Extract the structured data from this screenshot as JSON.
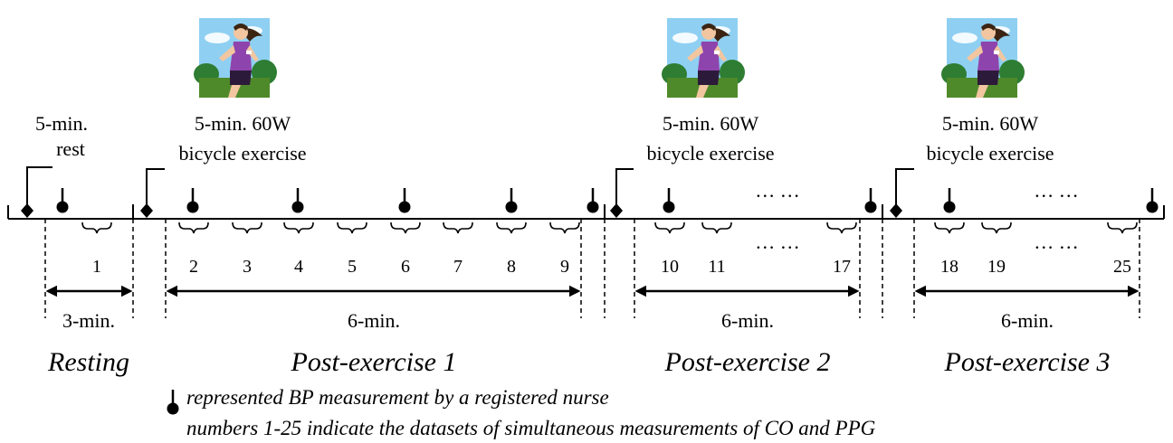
{
  "captions": {
    "rest_1": "5-min.",
    "rest_2": "rest",
    "exercise_1a": "5-min. 60W",
    "exercise_1b": "bicycle exercise",
    "exercise_2a": "5-min. 60W",
    "exercise_2b": "bicycle exercise",
    "exercise_3a": "5-min. 60W",
    "exercise_3b": "bicycle exercise"
  },
  "ellipses": {
    "top_2": "… …",
    "top_3": "… …",
    "bottom_2": "… …",
    "bottom_3": "… …"
  },
  "dataset_numbers": [
    "1",
    "2",
    "3",
    "4",
    "5",
    "6",
    "7",
    "8",
    "9",
    "10",
    "11",
    "17",
    "18",
    "19",
    "25"
  ],
  "durations": {
    "resting": "3-min.",
    "post_1": "6-min.",
    "post_2": "6-min.",
    "post_3": "6-min."
  },
  "periods": {
    "resting": "Resting",
    "post_1": "Post-exercise 1",
    "post_2": "Post-exercise 2",
    "post_3": "Post-exercise 3"
  },
  "legend": {
    "bp": "represented BP measurement by a registered nurse",
    "datasets": "numbers 1-25 indicate the datasets of simultaneous measurements of CO and PPG"
  },
  "icons": [
    "runner-illustration",
    "bp-measurement-marker",
    "phase-start-marker",
    "dataset-brace",
    "duration-arrow"
  ]
}
